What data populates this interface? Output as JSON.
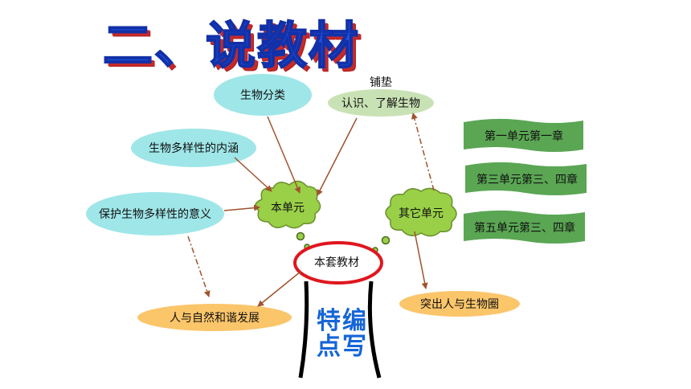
{
  "title": "二、说教材",
  "nodes": {
    "biology_classification": "生物分类",
    "groundwork_label": "铺垫",
    "know_biology": "认识、了解生物",
    "diversity_meaning": "生物多样性的内涵",
    "protect_diversity": "保护生物多样性的意义",
    "this_unit": "本单元",
    "other_units": "其它单元",
    "textbook_set": "本套教材",
    "harmony": "人与自然和谐发展",
    "highlight": "突出人与生物圈"
  },
  "banners": [
    "第一单元第一章",
    "第三单元第三、四章",
    "第五单元第三、四章"
  ],
  "features": {
    "col1": "编写",
    "col2": "特点"
  },
  "colors": {
    "title_blue": "#1f4fd8",
    "title_red": "#c52a2a",
    "cyan_ellipse": "#9fe6e8",
    "green_ellipse": "#c9e2b5",
    "orange_ellipse": "#fbc56a",
    "cloud_green": "#9ad048",
    "banner_green": "#5aa653",
    "arrow_brown": "#a0522d",
    "ring_red": "#e0161e",
    "feature_blue": "#1565d8"
  }
}
